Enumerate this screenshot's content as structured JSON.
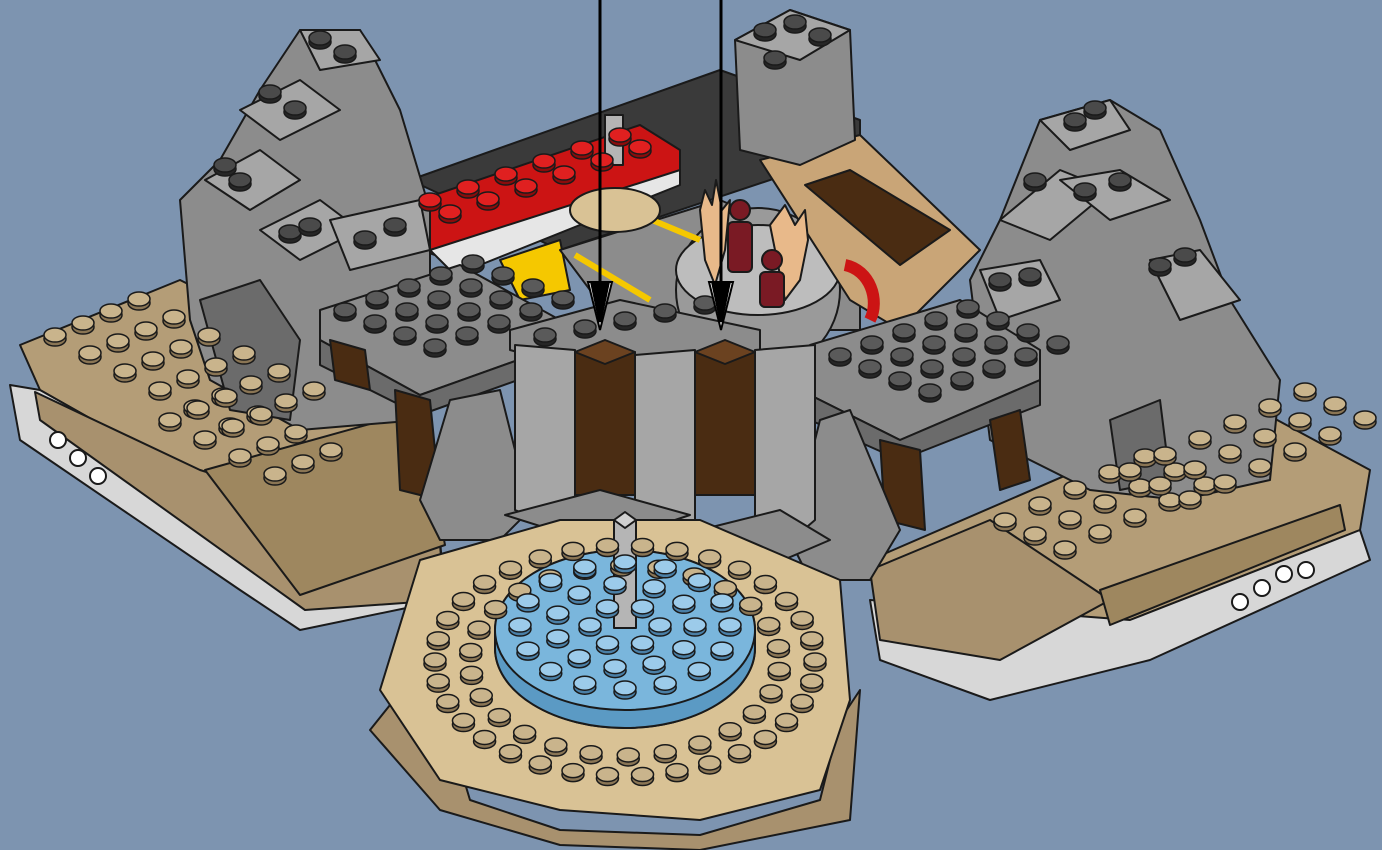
{
  "scene": {
    "background": "#7d94b0",
    "subject": "lego-instruction-step",
    "colors": {
      "outline": "#1a1a1a",
      "tan": "#a8916e",
      "tan_light": "#c9b48c",
      "tan_top": "#d9c295",
      "grey": "#8c8c8c",
      "grey_light": "#a6a6a6",
      "grey_dark": "#6b6b6b",
      "stud_dark": "#262626",
      "brown": "#4a2c12",
      "brown_light": "#6b4220",
      "red": "#cc1414",
      "yellow": "#f5c800",
      "blue_round": "#7ab6dc",
      "flesh": "#e8b98a",
      "dark_red": "#7a1a24",
      "white": "#e6e6e6"
    },
    "arrows": [
      {
        "name": "left-arrow",
        "points_to": "left-brown-pillar"
      },
      {
        "name": "right-arrow",
        "points_to": "right-brown-pillar"
      }
    ]
  }
}
